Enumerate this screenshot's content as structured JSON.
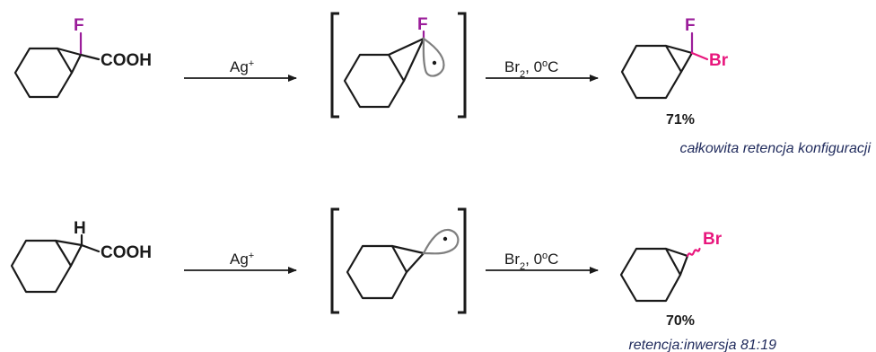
{
  "colors": {
    "fluorine": "#9b1d9a",
    "bromine": "#e8177d",
    "note": "#1f2a5c",
    "bond": "#1a1a1a",
    "orbital": "#7f7f7f"
  },
  "reaction1": {
    "reactant": {
      "f_label": "F",
      "acid_label": "COOH"
    },
    "step1": {
      "reagent": "Ag",
      "reagent_sup": "+"
    },
    "intermediate": {
      "f_label": "F"
    },
    "step2": {
      "reagent_a": "Br",
      "reagent_sub": "2",
      "reagent_b": ", 0",
      "reagent_sup": "o",
      "reagent_c": "C"
    },
    "product": {
      "f_label": "F",
      "br_label": "Br",
      "yield": "71%",
      "note": "całkowita retencja konfiguracji"
    }
  },
  "reaction2": {
    "reactant": {
      "h_label": "H",
      "acid_label": "COOH"
    },
    "step1": {
      "reagent": "Ag",
      "reagent_sup": "+"
    },
    "step2": {
      "reagent_a": "Br",
      "reagent_sub": "2",
      "reagent_b": ", 0",
      "reagent_sup": "o",
      "reagent_c": "C"
    },
    "product": {
      "br_label": "Br",
      "yield": "70%",
      "note": "retencja:inwersja 81:19"
    }
  }
}
